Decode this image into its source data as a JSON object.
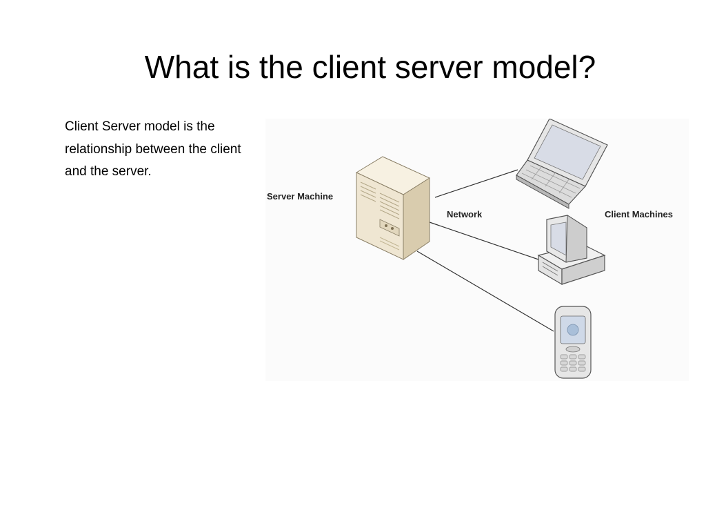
{
  "slide": {
    "title": "What is the client server model?",
    "body": "Client Server model is the relationship between the client and the server."
  },
  "diagram": {
    "labels": {
      "server": "Server Machine",
      "network": "Network",
      "clients": "Client Machines"
    },
    "icons": {
      "server": "server-tower-icon",
      "laptop": "laptop-icon",
      "desktop": "desktop-computer-icon",
      "phone": "mobile-phone-icon"
    },
    "colors": {
      "server_body": "#efe6d2",
      "device_body": "#e8e8e8",
      "screen": "#d8dce6",
      "line": "#333333"
    }
  }
}
